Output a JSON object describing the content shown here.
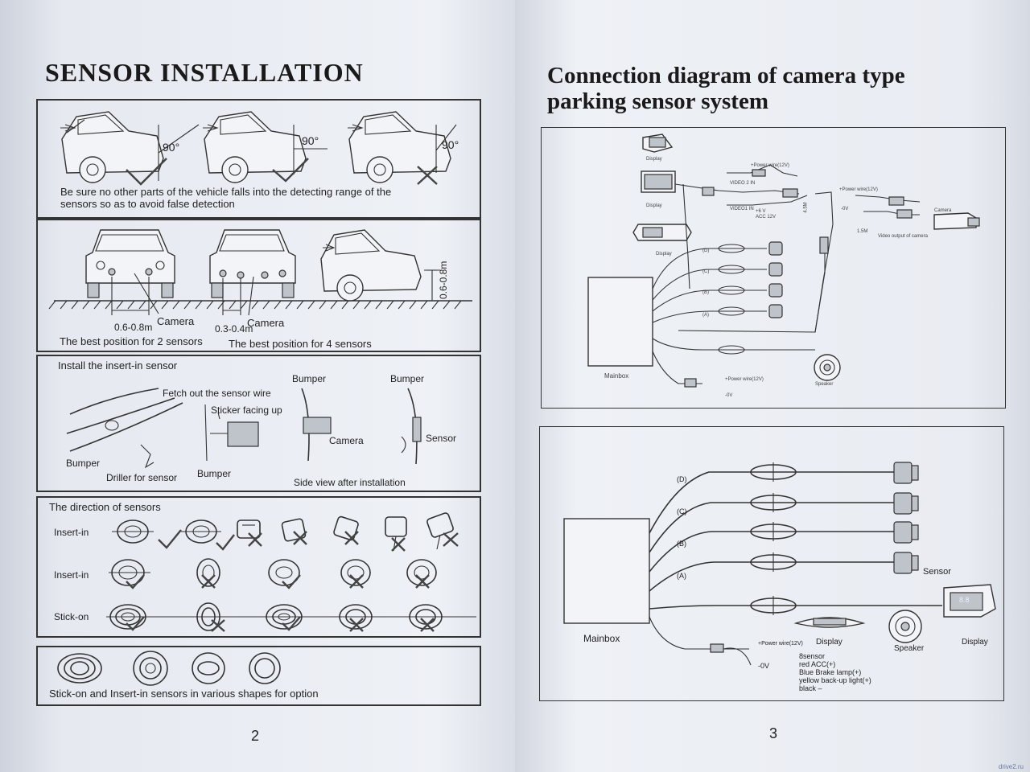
{
  "left_page": {
    "title": "SENSOR INSTALLATION",
    "page_number": "2",
    "panel1": {
      "angle_labels": [
        "90°",
        "90°",
        "90°"
      ],
      "caption_line1": "Be sure no other parts of the vehicle falls into the detecting range of the",
      "caption_line2": "sensors so as to avoid false detection"
    },
    "panel2": {
      "dist_2_sensors": "0.6-0.8m",
      "camera_label_a": "Camera",
      "dist_4_sensors": "0.3-0.4m",
      "camera_label_b": "Camera",
      "height_label": "0.6-0.8m",
      "caption_2": "The best position for 2 sensors",
      "caption_4": "The best position for 4 sensors"
    },
    "panel3": {
      "heading": "Install the insert-in sensor",
      "fetch_label": "Fetch out the sensor wire",
      "sticker_label": "Sticker facing up",
      "bumper_a": "Bumper",
      "bumper_b": "Bumper",
      "bumper_c": "Bumper",
      "bumper_d": "Bumper",
      "driller_label": "Driller for sensor",
      "camera_label": "Camera",
      "sensor_label": "Sensor",
      "side_view": "Side view after installation"
    },
    "panel4": {
      "heading": "The direction of sensors",
      "rows": [
        "Insert-in",
        "Insert-in",
        "Stick-on"
      ]
    },
    "panel5": {
      "caption": "Stick-on and Insert-in sensors in various shapes for option"
    }
  },
  "right_page": {
    "title_line1": "Connection diagram of camera type",
    "title_line2": "parking sensor system",
    "page_number": "3",
    "diagram1": {
      "display_top": "Display",
      "display_mid": "Display",
      "display_bottom": "Display",
      "power_wire_a": "+Power wire(12V)",
      "video2_in": "VIDEO 2 IN",
      "video1_in": "VIDEO1 IN",
      "plus6v": "+6 V",
      "acc12v": "ACC 12V",
      "len_a": "4.5M",
      "power_wire_cam": "+Power wire(12V)",
      "neg_cam": "-0V",
      "camera": "Camera",
      "len_cam": "1.5M",
      "video_out_cam": "Video output of camera",
      "channels": [
        "(D)",
        "(C)",
        "(B)",
        "(A)"
      ],
      "mainbox": "Mainbox",
      "power_wire_b": "+Power wire(12V)",
      "neg_b": "-0V",
      "speaker": "Speaker"
    },
    "diagram2": {
      "channels": [
        "(D)",
        "(C)",
        "(B)",
        "(A)"
      ],
      "sensor": "Sensor",
      "mainbox": "Mainbox",
      "power_wire": "+Power wire(12V)",
      "neg": "-0V",
      "display_a": "Display",
      "speaker": "Speaker",
      "display_b": "Display",
      "display_reading": "8.8",
      "notes": [
        "8sensor",
        "red ACC(+)",
        "Blue Brake lamp(+)",
        "yellow back-up light(+)",
        "black  –"
      ]
    },
    "watermark": "drive2.ru"
  }
}
